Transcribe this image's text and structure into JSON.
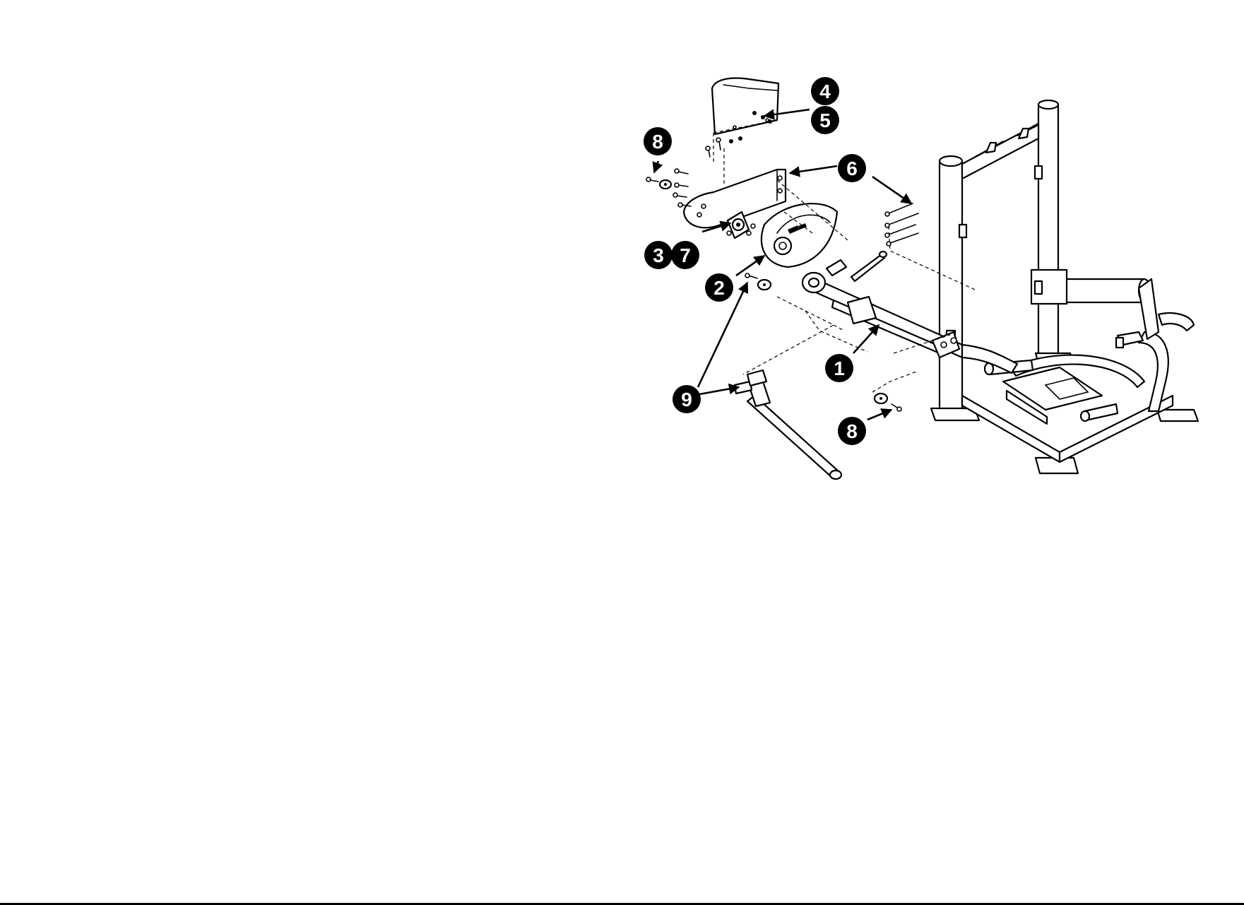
{
  "callouts": {
    "c1": "1",
    "c2": "2",
    "c3": "3",
    "c4": "4",
    "c5": "5",
    "c6": "6",
    "c7": "7",
    "c8_top": "8",
    "c8_bottom": "8",
    "c9": "9"
  },
  "colors": {
    "ink": "#000000",
    "paper": "#ffffff"
  }
}
